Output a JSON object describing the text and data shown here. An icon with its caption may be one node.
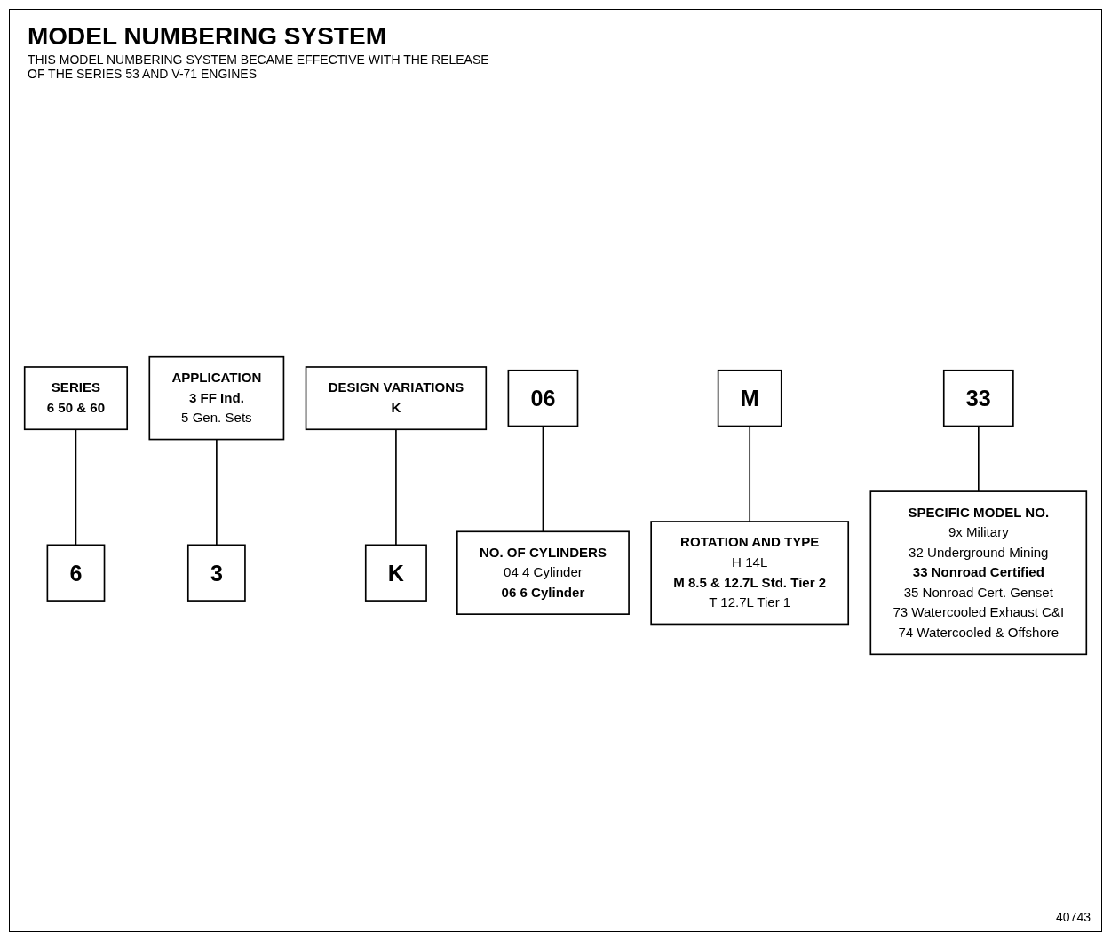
{
  "diagram": {
    "title": "MODEL NUMBERING SYSTEM",
    "nodes": [
      {
        "text": [
          "SERIES",
          "6 50 & 60"
        ]
      },
      {
        "text": [
          "APPLICATION",
          "3 FF Ind.",
          "5 Gen. Sets"
        ]
      },
      {
        "text": [
          "DESIGN VARIATIONS",
          "K"
        ]
      },
      {
        "text": [
          "6"
        ]
      },
      {
        "text": [
          "06"
        ]
      },
      {
        "text": [
          "3"
        ]
      },
      {
        "text": [
          "M"
        ]
      },
      {
        "text": [
          "K"
        ]
      },
      {
        "text": [
          "33"
        ]
      },
      {
        "text": [
          "NO. OF CYLINDERS",
          "04 4 Cylinder",
          "06 6 Cylinder"
        ]
      },
      {
        "text": [
          "ROTATION AND TYPE",
          "H 14L",
          "M 8.5 & 12.7L Std. Tier 2",
          "T 12.7L Tier 1"
        ]
      },
      {
        "text": [
          "SPECIFIC MODEL NO.",
          "9x Military",
          "32 Underground Mining",
          "33 Nonroad Certified",
          "35 Nonroad Cert. Genset",
          "73 Watercooled Exhaust C&I",
          "74 Watercooled & Offshore"
        ]
      }
    ],
    "edges": [
      {
        "from": 0,
        "to": 3,
        "arrow": "none"
      },
      {
        "from": 1,
        "to": 5,
        "arrow": "none"
      },
      {
        "from": 2,
        "to": 7,
        "arrow": "none"
      },
      {
        "from": 4,
        "to": 9,
        "arrow": "none"
      },
      {
        "from": 6,
        "to": 10,
        "arrow": "none"
      },
      {
        "from": 8,
        "to": 11,
        "arrow": "none"
      }
    ],
    "labels": [
      "THIS MODEL NUMBERING SYSTEM BECAME EFFECTIVE WITH THE RELEASE OF THE SERIES 53 AND V-71 ENGINES",
      "40743"
    ]
  }
}
